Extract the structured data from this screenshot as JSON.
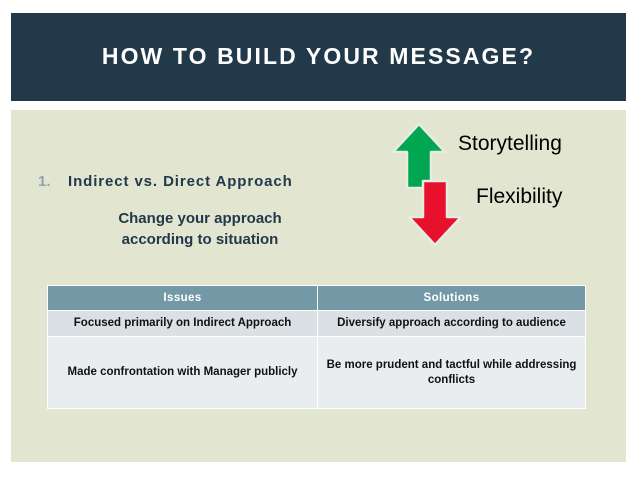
{
  "slide": {
    "title": "HOW TO BUILD YOUR MESSAGE?",
    "background_color": "#e2e5d0",
    "banner_color": "#22394a"
  },
  "bullets": [
    {
      "number": "1.",
      "label": "Indirect vs. Direct Approach",
      "subtext": "Change your approach according to situation"
    }
  ],
  "diagram": {
    "arrow_up": {
      "icon": "arrow-up-icon",
      "color": "#00a651",
      "label": "Storytelling"
    },
    "arrow_down": {
      "icon": "arrow-down-icon",
      "color": "#e8112d",
      "label": "Flexibility"
    }
  },
  "table": {
    "header_color": "#7499a6",
    "columns": [
      "Issues",
      "Solutions"
    ],
    "rows": [
      [
        "Focused primarily on Indirect Approach",
        "Diversify approach according to audience"
      ],
      [
        "Made confrontation with Manager publicly",
        "Be more prudent and tactful while addressing conflicts"
      ]
    ]
  }
}
